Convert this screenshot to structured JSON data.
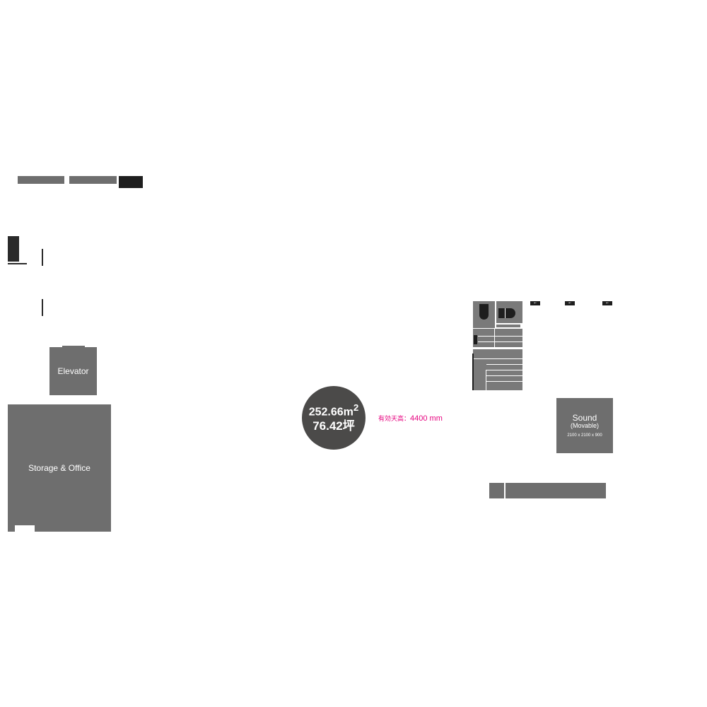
{
  "rooms": {
    "elevator": "Elevator",
    "storage": "Storage & Office",
    "sound_title": "Sound",
    "sound_sub": "(Movable)",
    "sound_dims": "2100 x 2100 x 900"
  },
  "area": {
    "square_meters": "252.66m",
    "square_meters_sup": "2",
    "ping": "76.42坪"
  },
  "ceiling": {
    "label": "有効天高：",
    "value": "4400 mm"
  },
  "colors": {
    "room_fill": "#6e6e6e",
    "circle_fill": "#4b4a49",
    "accent": "#e6007e"
  }
}
